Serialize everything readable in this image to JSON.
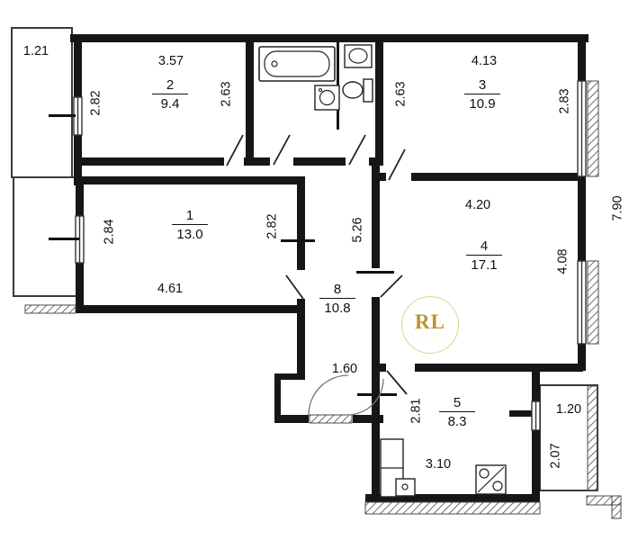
{
  "watermark": {
    "initials": "RL",
    "subtext": "· · · · · ·"
  },
  "rooms": {
    "r1": {
      "number": "1",
      "area": "13.0"
    },
    "r2": {
      "number": "2",
      "area": "9.4"
    },
    "r3": {
      "number": "3",
      "area": "10.9"
    },
    "r4": {
      "number": "4",
      "area": "17.1"
    },
    "r5": {
      "number": "5",
      "area": "8.3"
    },
    "r8": {
      "number": "8",
      "area": "10.8"
    }
  },
  "dimensions": {
    "balcony_top_left": "1.21",
    "room2_top": "3.57",
    "room2_left": "2.82",
    "room2_right": "2.63",
    "room3_top": "4.13",
    "room3_left": "2.63",
    "room3_right": "2.83",
    "room1_left": "2.84",
    "room1_right": "2.82",
    "room1_bottom": "4.61",
    "hall_height": "5.26",
    "hall_width": "1.60",
    "room4_top": "4.20",
    "room4_right": "4.08",
    "room5_left": "2.81",
    "room5_bottom": "3.10",
    "building_right": "7.90",
    "balcony_br_width": "1.20",
    "balcony_br_height": "2.07"
  },
  "colors": {
    "line": "#161616",
    "watermark_gold": "#b9952e"
  }
}
